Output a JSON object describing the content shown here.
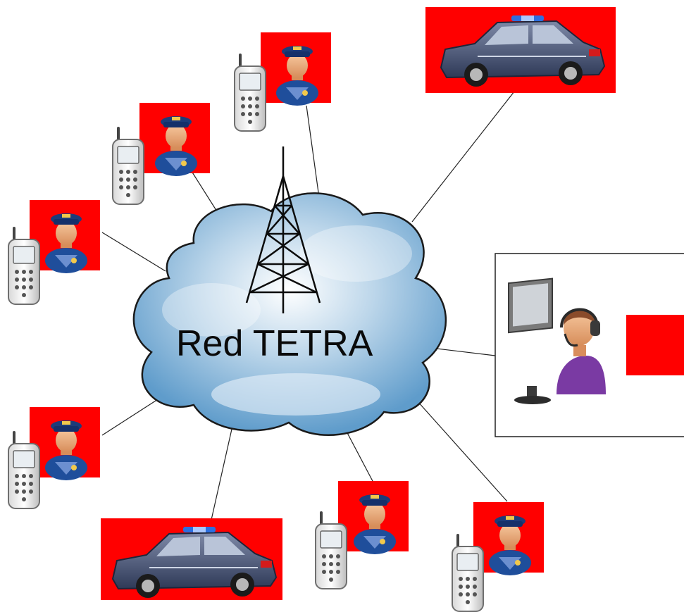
{
  "network": {
    "label": "Red TETRA"
  },
  "nodes": [
    {
      "id": "officer-radio-1",
      "kind": "officer-radio"
    },
    {
      "id": "officer-radio-2",
      "kind": "officer-radio"
    },
    {
      "id": "officer-radio-3",
      "kind": "officer-radio"
    },
    {
      "id": "officer-radio-4",
      "kind": "officer-radio"
    },
    {
      "id": "officer-radio-5",
      "kind": "officer-radio"
    },
    {
      "id": "officer-radio-6",
      "kind": "officer-radio"
    },
    {
      "id": "police-car-1",
      "kind": "police-car"
    },
    {
      "id": "police-car-2",
      "kind": "police-car"
    },
    {
      "id": "dispatch-operator",
      "kind": "dispatch-console"
    }
  ],
  "colors": {
    "badge_red": "#ff0000",
    "cloud_light": "#eef5fb",
    "cloud_dark": "#4f8fc0",
    "link_line": "#222222",
    "uniform_blue": "#1f4e9b",
    "car_body": "#4a5777"
  },
  "icons": [
    "tower-icon",
    "officer-icon",
    "radio-handset-icon",
    "police-car-icon",
    "operator-headset-icon",
    "computer-monitor-icon"
  ]
}
